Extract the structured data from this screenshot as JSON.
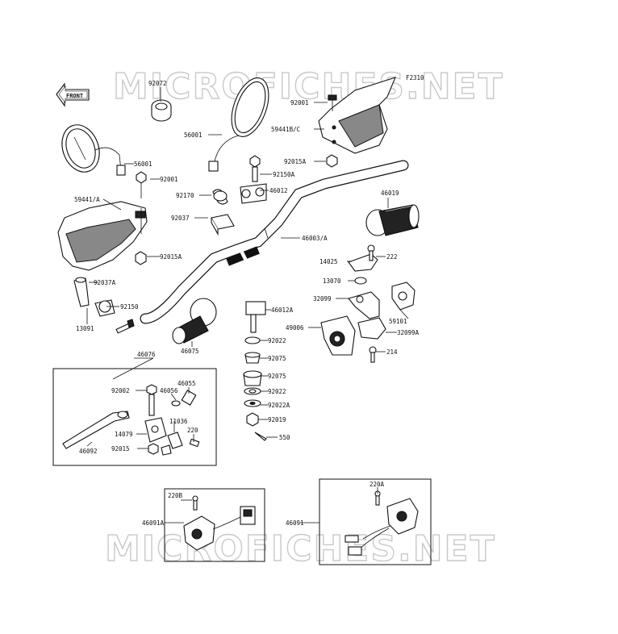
{
  "diagram": {
    "figure_code": "F2310",
    "watermark": "MICROFICHES.NET",
    "front_label": "FRONT",
    "labels": {
      "l92072": "92072",
      "l92001a": "92001",
      "l56001a": "56001",
      "l59441bc": "59441B/C",
      "l56001b": "56001",
      "l92001b": "92001",
      "l92015a1": "92015A",
      "l92150a": "92150A",
      "l59441a": "59441/A",
      "l92170": "92170",
      "l46012": "46012",
      "l46019": "46019",
      "l92037": "92037",
      "l46003a": "46003/A",
      "l92015a2": "92015A",
      "l14025": "14025",
      "l222": "222",
      "l92037a": "92037A",
      "l13070": "13070",
      "l92150": "92150",
      "l32099": "32099",
      "l46012a": "46012A",
      "l13091": "13091",
      "l59101": "59101",
      "l49006": "49006",
      "l32099a": "32099A",
      "l92022a": "92022",
      "l46075": "46075",
      "l214": "214",
      "l92075a": "92075",
      "l46076": "46076",
      "l92075b": "92075",
      "l46055": "46055",
      "l92002": "92002",
      "l46056": "46056",
      "l92022b": "92022",
      "l92022a2": "92022A",
      "l11036": "11036",
      "l92019": "92019",
      "l220": "220",
      "l14079": "14079",
      "l550": "550",
      "l92015": "92015",
      "l46092": "46092",
      "l220b": "220B",
      "l220a": "220A",
      "l46091a": "46091A",
      "l46091": "46091"
    }
  }
}
